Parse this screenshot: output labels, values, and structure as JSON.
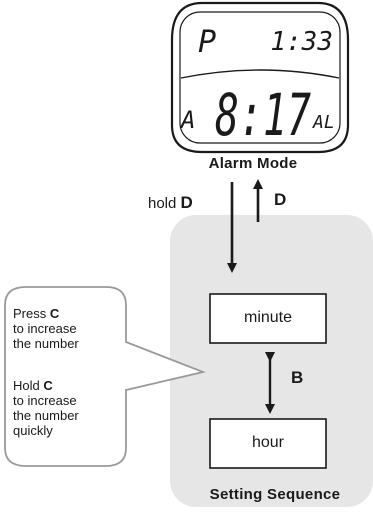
{
  "display": {
    "top_left": "P",
    "top_right": "1:33",
    "side_left": "A",
    "main_time": "8:17",
    "main_suffix": "AL"
  },
  "mode_label": "Alarm Mode",
  "arrows": {
    "down_prefix": "hold",
    "down_key": "D",
    "up_key": "D",
    "between_key": "B"
  },
  "sequence": {
    "first": "minute",
    "second": "hour",
    "label": "Setting Sequence"
  },
  "tip": {
    "press_word": "Press",
    "press_key": "C",
    "press_rest_1": "to increase",
    "press_rest_2": "the number",
    "hold_word": "Hold",
    "hold_key": "C",
    "hold_rest_1": "to increase",
    "hold_rest_2": "the number",
    "hold_rest_3": "quickly"
  },
  "colors": {
    "panel": "#e6e6e6",
    "ink": "#1a1a1a",
    "tip_border": "#9a9a9a"
  }
}
